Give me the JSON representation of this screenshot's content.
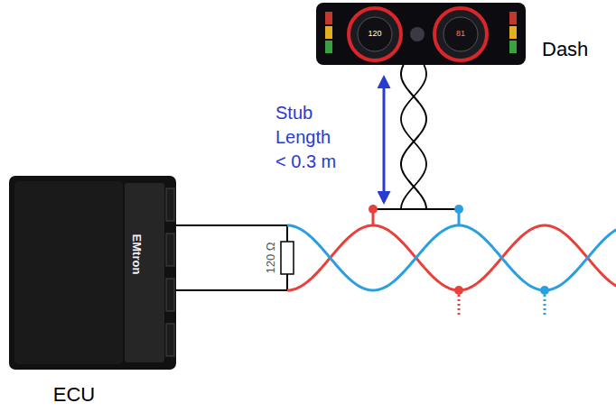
{
  "diagram": {
    "nodes": [
      {
        "text": [
          "ECU"
        ]
      },
      {
        "text": [
          "Dash"
        ]
      }
    ],
    "edges": [
      {
        "from": 0,
        "to": 1,
        "arrow": "none"
      }
    ],
    "labels": [
      "Stub Length < 0.3 m",
      "120 Ω",
      "EMtron",
      "120",
      "81"
    ]
  }
}
